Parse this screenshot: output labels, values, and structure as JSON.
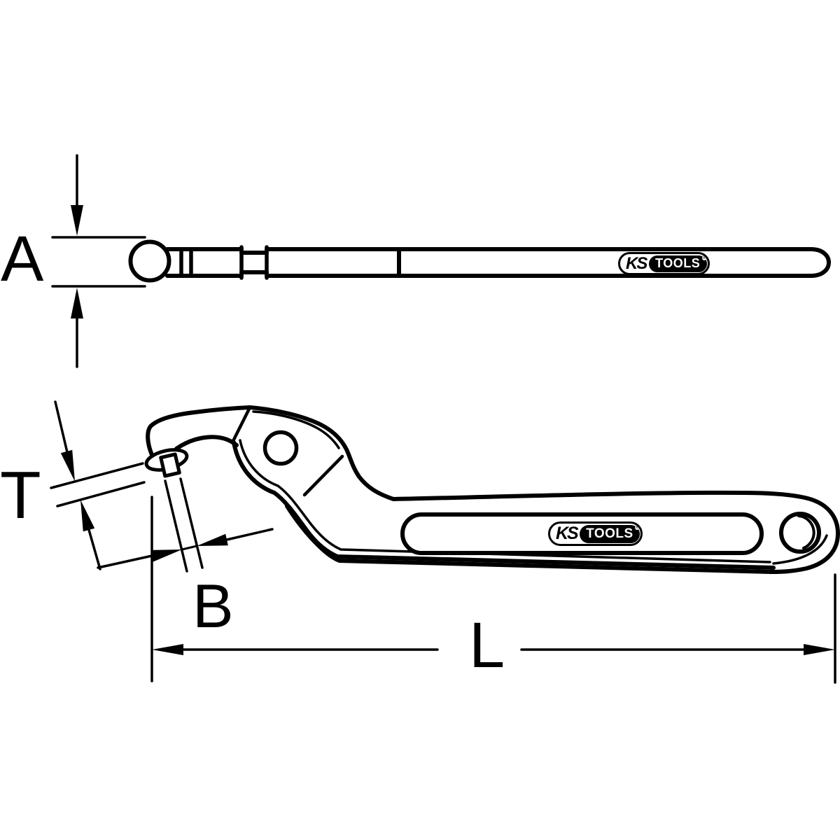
{
  "colors": {
    "background": "#ffffff",
    "line": "#000000"
  },
  "dimension_labels": {
    "a": "A",
    "t": "T",
    "b": "B",
    "l": "L"
  },
  "brand": {
    "ks": "KS",
    "tools": "TOOLS",
    "registered": "®"
  }
}
